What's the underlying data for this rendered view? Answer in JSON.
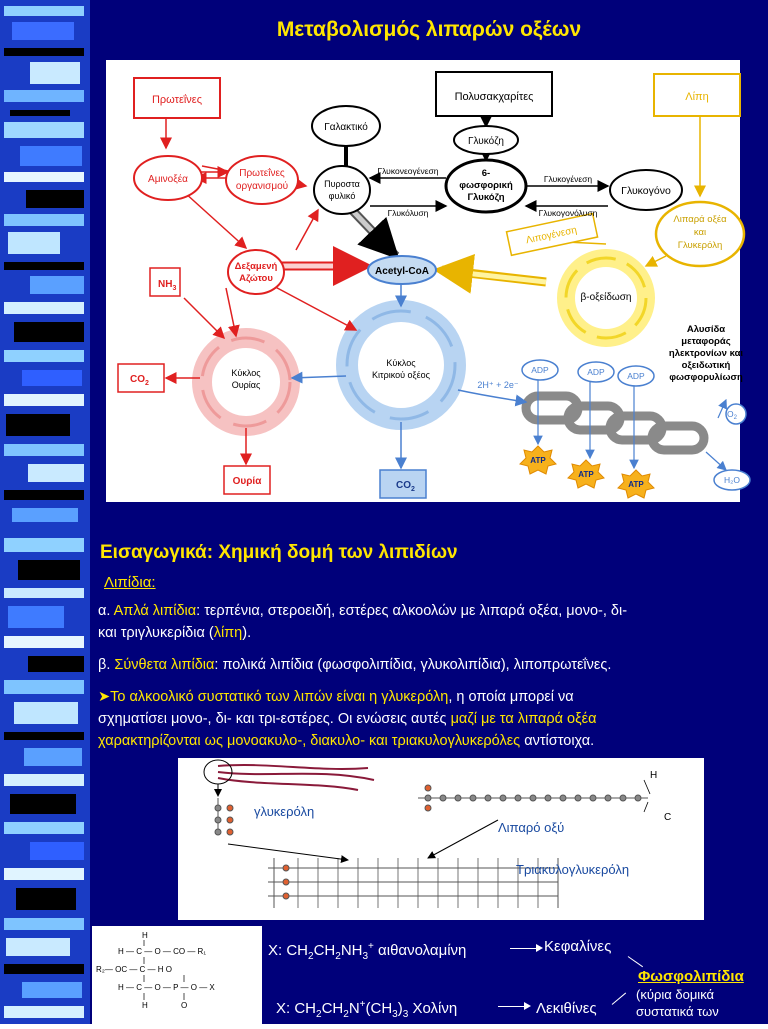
{
  "slide1": {
    "title": "Μεταβολισμός λιπαρών οξέων",
    "diagram": {
      "proteins": "Πρωτεΐνες",
      "polysaccharides": "Πολυσακχαρίτες",
      "lipids": "Λίπη",
      "lactate": "Γαλακτικό",
      "glucose": "Γλυκόζη",
      "amino_acids": "Αμινοξέα",
      "organism_proteins": [
        "Πρωτεΐνες",
        "οργανισμού"
      ],
      "pyruvate": [
        "Πυροστα",
        "φυλικό"
      ],
      "g6p": [
        "6-",
        "φωσφορική",
        "Γλυκόζη"
      ],
      "glycogen": "Γλυκογόνο",
      "gluconeogenesis": "Γλυκονεογένεση",
      "glycogenesis": "Γλυκογένεση",
      "glycolysis": "Γλυκόλυση",
      "glycogenolysis": "Γλυκογονόλυση",
      "fatty_acids_glycerol": [
        "Λιπαρά οξέα",
        "και",
        "Γλυκερόλη"
      ],
      "lipogenesis": "Λιπογένεση",
      "nitrogen_pool": [
        "Δεξαμενή",
        "Αζώτου"
      ],
      "acetyl_coa": "Acetyl-CoA",
      "nh3": "NH",
      "nh3_sub": "3",
      "beta_oxidation": "β-οξείδωση",
      "etc": [
        "Αλυσίδα",
        "μεταφοράς",
        "ηλεκτρονίων και",
        "οξειδωτική",
        "φωσφορυλίωση"
      ],
      "co2": "CO",
      "co2_sub": "2",
      "urea_cycle": [
        "Κύκλος",
        "Ουρίας"
      ],
      "krebs": [
        "Κύκλος",
        "Κιτρικού οξέος"
      ],
      "protons": "2H⁺ + 2e⁻",
      "adp": "ADP",
      "atp": "ATP",
      "o2": "O",
      "o2_sub": "2",
      "urea": "Ουρία",
      "h2o": "H₂O"
    }
  },
  "slide2": {
    "title": "Εισαγωγικά: Χημική δομή των λιπιδίων",
    "subtitle": "Λιπίδια:",
    "p1_a": "α. ",
    "p1_hl": "Απλά λιπίδια",
    "p1_b": ": τερπένια, στεροειδή, εστέρες αλκοολών με λιπαρά οξέα, μονο-, δι-",
    "p1_c": "και τριγλυκερίδια (",
    "p1_hl2": "λίπη",
    "p1_d": ").",
    "p2_a": "β. ",
    "p2_hl": "Σύνθετα λιπίδια",
    "p2_b": ":  πολικά λιπίδια (φωσφολιπίδια, γλυκολιπίδια), λιποπρωτεΐνες.",
    "p3_hl1": "➤Το αλκοολικό συστατικό των λιπών είναι η γλυκερόλη",
    "p3_b": ", η οποία μπορεί να",
    "p3_c": "σχηματίσει μονο-, δι- και τρι-εστέρες. Οι ενώσεις αυτές ",
    "p3_hl2": "μαζί με τα λιπαρά οξέα",
    "p3_hl3": "χαρακτηρίζονται ως μονοακυλο-, διακυλο- και τριακυλογλυκερόλες",
    "p3_d": " αντίστοιχα.",
    "chem": {
      "glycerol": "γλυκερόλη",
      "fatty_acid": "Λιπαρό οξύ",
      "triacylglycerol": "Τριακυλογλυκερόλη",
      "h": "H",
      "c": "C"
    },
    "formula": {
      "r1": "H — C — O — CO — R₁",
      "r2": "R₂— OC — C — H    O",
      "r3": "H — C — O — P — O — X",
      "h": "H",
      "o": "O"
    },
    "x1_a": "X: CH",
    "x1_b": "CH",
    "x1_c": "NH",
    "x1_d": " αιθανολαμίνη ",
    "x1_result": "Κεφαλίνες",
    "x2_a": "X: CH",
    "x2_b": "CH",
    "x2_c": "N",
    "x2_d": "(CH",
    "x2_e": ")",
    "x2_f": " Χολίνη ",
    "x2_result": "Λεκιθίνες",
    "phospho": "Φωσφολιπίδια",
    "phospho_note_1": "(κύρια δομικά",
    "phospho_note_2": "συστατικά των"
  }
}
